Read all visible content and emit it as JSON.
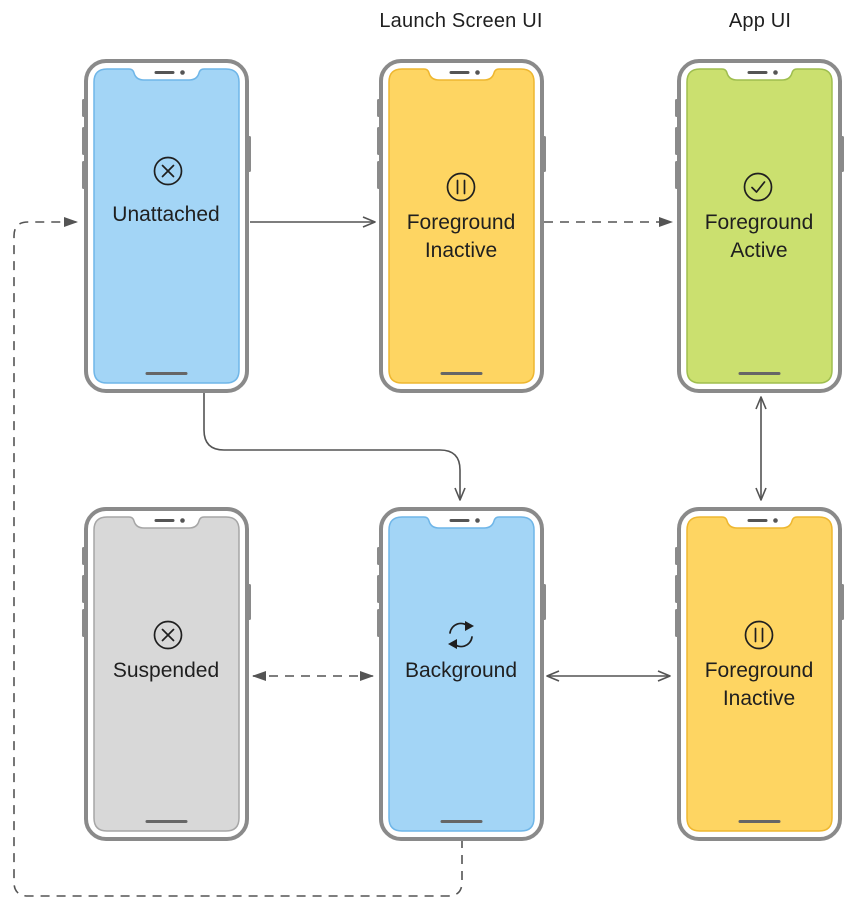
{
  "headings": {
    "launch_screen_ui": "Launch Screen UI",
    "app_ui": "App UI"
  },
  "colors": {
    "frame": "#8a8a8a",
    "blue": "#a3d5f6",
    "blue_border": "#6fb6e8",
    "yellow": "#fed562",
    "yellow_border": "#eeb730",
    "green": "#cbe06f",
    "green_border": "#9fbe4f",
    "gray": "#d8d8d8",
    "gray_border": "#a6a6a6",
    "arrow": "#545454"
  },
  "states": {
    "unattached": {
      "line1": "Unattached",
      "line2": "",
      "icon": "x-circle-icon",
      "color": "blue"
    },
    "fg_inactive_launch": {
      "line1": "Foreground",
      "line2": "Inactive",
      "icon": "pause-circle-icon",
      "color": "yellow"
    },
    "fg_active": {
      "line1": "Foreground",
      "line2": "Active",
      "icon": "check-circle-icon",
      "color": "green"
    },
    "suspended": {
      "line1": "Suspended",
      "line2": "",
      "icon": "x-circle-icon",
      "color": "gray"
    },
    "background": {
      "line1": "Background",
      "line2": "",
      "icon": "sync-arrows-icon",
      "color": "blue"
    },
    "fg_inactive_app": {
      "line1": "Foreground",
      "line2": "Inactive",
      "icon": "pause-circle-icon",
      "color": "yellow"
    }
  },
  "transitions": [
    {
      "from": "unattached",
      "to": "fg_inactive_launch",
      "style": "solid",
      "direction": "one-way"
    },
    {
      "from": "fg_inactive_launch",
      "to": "fg_active",
      "style": "dashed",
      "direction": "one-way"
    },
    {
      "from": "unattached",
      "to": "background",
      "style": "solid",
      "direction": "one-way"
    },
    {
      "from": "fg_active",
      "to": "fg_inactive_app",
      "style": "solid",
      "direction": "two-way"
    },
    {
      "from": "suspended",
      "to": "background",
      "style": "dashed",
      "direction": "two-way"
    },
    {
      "from": "background",
      "to": "fg_inactive_app",
      "style": "solid",
      "direction": "two-way"
    },
    {
      "from": "background",
      "to": "unattached",
      "style": "dashed",
      "direction": "one-way"
    }
  ]
}
